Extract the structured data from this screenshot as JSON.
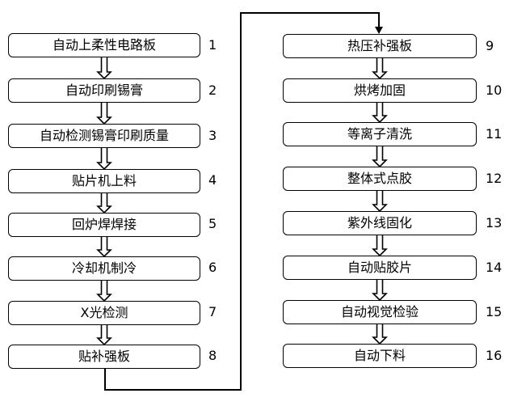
{
  "left_column": [
    {
      "label": "自动上柔性电路板",
      "number": "1"
    },
    {
      "label": "自动印刷锡膏",
      "number": "2"
    },
    {
      "label": "自动检测锡膏印刷质量",
      "number": "3"
    },
    {
      "label": "贴片机上料",
      "number": "4"
    },
    {
      "label": "回炉焊焊接",
      "number": "5"
    },
    {
      "label": "冷却机制冷",
      "number": "6"
    },
    {
      "label": "X光检测",
      "number": "7"
    },
    {
      "label": "贴补强板",
      "number": "8"
    }
  ],
  "right_column": [
    {
      "label": "热压补强板",
      "number": "9"
    },
    {
      "label": "烘烤加固",
      "number": "10"
    },
    {
      "label": "等离子清洗",
      "number": "11"
    },
    {
      "label": "整体式点胶",
      "number": "12"
    },
    {
      "label": "紫外线固化",
      "number": "13"
    },
    {
      "label": "自动贴胶片",
      "number": "14"
    },
    {
      "label": "自动视觉检验",
      "number": "15"
    },
    {
      "label": "自动下料",
      "number": "16"
    }
  ]
}
